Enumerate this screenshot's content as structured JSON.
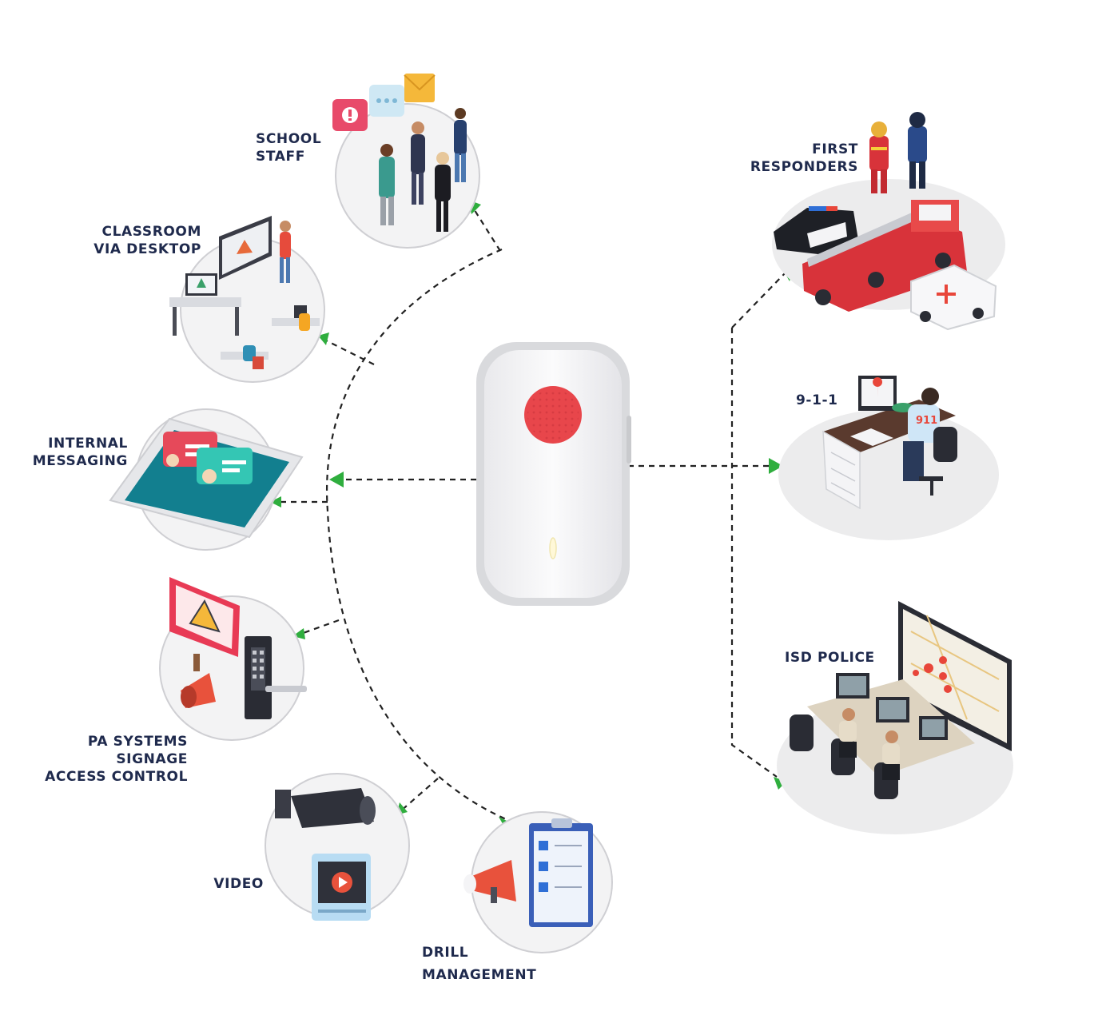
{
  "colors": {
    "label": "#1f2a4d",
    "arrow": "#2fae3e",
    "connector": "#222222",
    "device_body": "#f4f4f6",
    "device_button": "#e8464b",
    "circle_fill": "#f3f3f4"
  },
  "device": {
    "name": "panic-button-device",
    "icon": "alert-button-icon"
  },
  "nodes": {
    "school_staff": {
      "lines": [
        "SCHOOL",
        "STAFF"
      ],
      "icon": "people-messages-icon"
    },
    "classroom": {
      "lines": [
        "CLASSROOM",
        "VIA DESKTOP"
      ],
      "icon": "classroom-icon"
    },
    "internal_messaging": {
      "lines": [
        "INTERNAL",
        "MESSAGING"
      ],
      "icon": "tablet-chat-icon"
    },
    "pa_systems": {
      "lines": [
        "PA SYSTEMS",
        "SIGNAGE",
        "ACCESS CONTROL"
      ],
      "icon": "signage-keypad-icon"
    },
    "video": {
      "lines": [
        "VIDEO"
      ],
      "icon": "security-camera-icon"
    },
    "drill": {
      "lines": [
        "DRILL",
        "MANAGEMENT"
      ],
      "icon": "clipboard-megaphone-icon"
    },
    "first_responders": {
      "lines": [
        "FIRST",
        "RESPONDERS"
      ],
      "icon": "emergency-vehicles-icon"
    },
    "nine_one_one": {
      "lines": [
        "9-1-1"
      ],
      "icon": "dispatcher-icon",
      "badge": "911"
    },
    "isd_police": {
      "lines": [
        "ISD POLICE"
      ],
      "icon": "control-room-icon"
    }
  }
}
